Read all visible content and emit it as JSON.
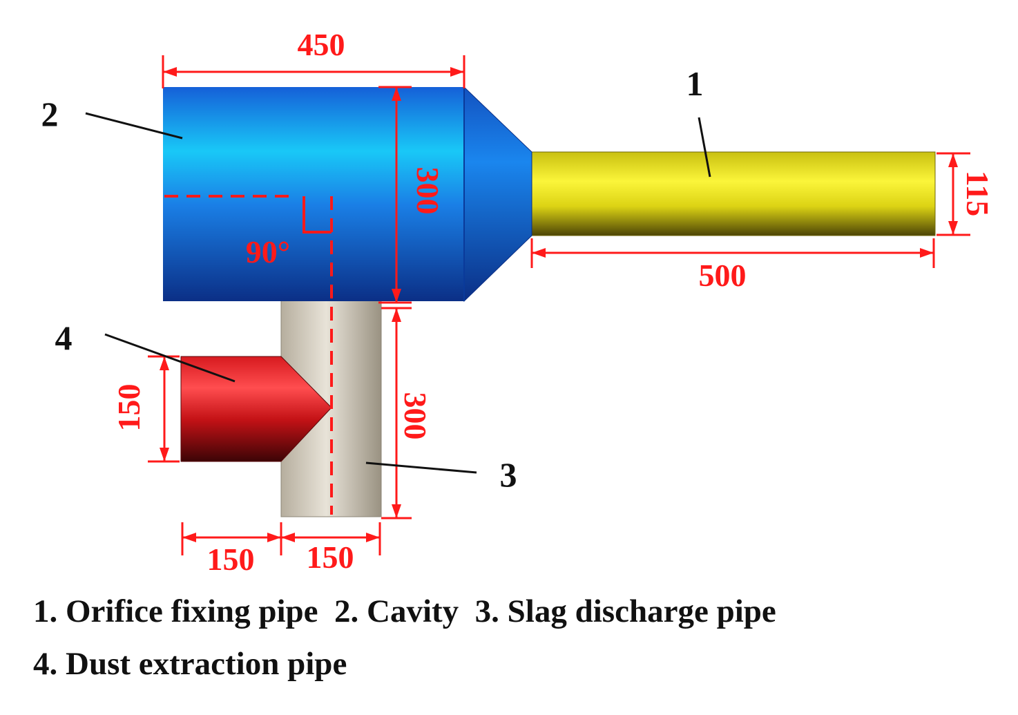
{
  "colors": {
    "cavity": "#1e7fe6",
    "orifice_pipe": "#f2ec1a",
    "slag_pipe": "#cfc8bb",
    "dust_pipe": "#e8242a",
    "dimension": "#ff1a1a",
    "callout": "#111111"
  },
  "dimensions": {
    "cavity_length": "450",
    "cavity_diameter": "300",
    "orifice_length": "500",
    "orifice_diameter": "115",
    "slag_length": "300",
    "slag_width": "150",
    "dust_diameter": "150",
    "dust_length": "150",
    "angle": "90°"
  },
  "callouts": {
    "c1": "1",
    "c2": "2",
    "c3": "3",
    "c4": "4"
  },
  "legend": {
    "line1": "1. Orifice fixing pipe  2. Cavity  3. Slag discharge pipe",
    "line2": "4. Dust extraction pipe"
  }
}
